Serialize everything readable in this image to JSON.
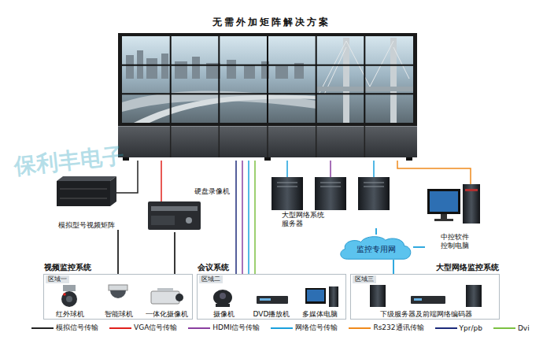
{
  "diagram": {
    "title": "无需外加矩阵解决方案",
    "nodes": [
      {
        "text": [
          "模拟型号视频矩阵"
        ]
      },
      {
        "text": [
          "硬盘录像机"
        ]
      },
      {
        "text": [
          "大型网络系统 服务器"
        ]
      },
      {
        "text": [
          "中控软件 控制电脑"
        ]
      },
      {
        "text": [
          "监控专用网"
        ]
      },
      {
        "text": [
          "视频监控系统",
          "区域一"
        ]
      },
      {
        "text": [
          "红外球机"
        ],
        "in": 5
      },
      {
        "text": [
          "智能球机"
        ],
        "in": 5
      },
      {
        "text": [
          "一体化摄像机"
        ],
        "in": 5
      },
      {
        "text": [
          "会议系统",
          "区域二"
        ]
      },
      {
        "text": [
          "摄像机"
        ],
        "in": 9
      },
      {
        "text": [
          "DVD播放机"
        ],
        "in": 9
      },
      {
        "text": [
          "多媒体电脑"
        ],
        "in": 9
      },
      {
        "text": [
          "大型网络监控系统",
          "区域三"
        ]
      },
      {
        "text": [
          "下级服务器及前端网络编码器"
        ],
        "in": 13
      }
    ],
    "edges": [
      {
        "from": 0,
        "to": 5,
        "arrow": "none"
      },
      {
        "from": 1,
        "to": 5,
        "arrow": "none"
      },
      {
        "from": 2,
        "to": 4,
        "arrow": "none"
      },
      {
        "from": 4,
        "to": 3,
        "arrow": "none"
      },
      {
        "from": 4,
        "to": 13,
        "arrow": "none"
      }
    ],
    "labels": [
      "保利丰电子"
    ],
    "legend": [
      {
        "text": "模拟信号传输"
      },
      {
        "text": "VGA信号传输"
      },
      {
        "text": "HDMI信号传输"
      },
      {
        "text": "网络信号传输"
      },
      {
        "text": "Rs232通讯传输"
      },
      {
        "text": "Ypr/pb"
      },
      {
        "text": "Dvi"
      }
    ]
  }
}
